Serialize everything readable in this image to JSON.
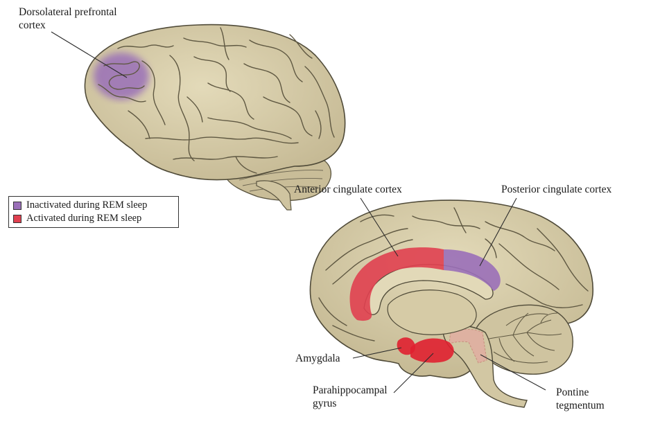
{
  "colors": {
    "brain_fill": "#d9cfae",
    "brain_shade": "#b9ad8a",
    "outline": "#5a5440",
    "inactivated": "#9a6fb8",
    "activated": "#e04050"
  },
  "labels": {
    "dlpfc": "Dorsolateral prefrontal",
    "dlpfc_2": "cortex",
    "acc": "Anterior cingulate cortex",
    "pcc": "Posterior cingulate cortex",
    "amygdala": "Amygdala",
    "parahippo": "Parahippocampal",
    "parahippo_2": "gyrus",
    "pontine": "Pontine",
    "pontine_2": "tegmentum"
  },
  "legend": {
    "items": [
      {
        "label": "Inactivated during REM sleep",
        "color": "#9a6fb8"
      },
      {
        "label": "Activated during REM sleep",
        "color": "#e04050"
      }
    ]
  }
}
